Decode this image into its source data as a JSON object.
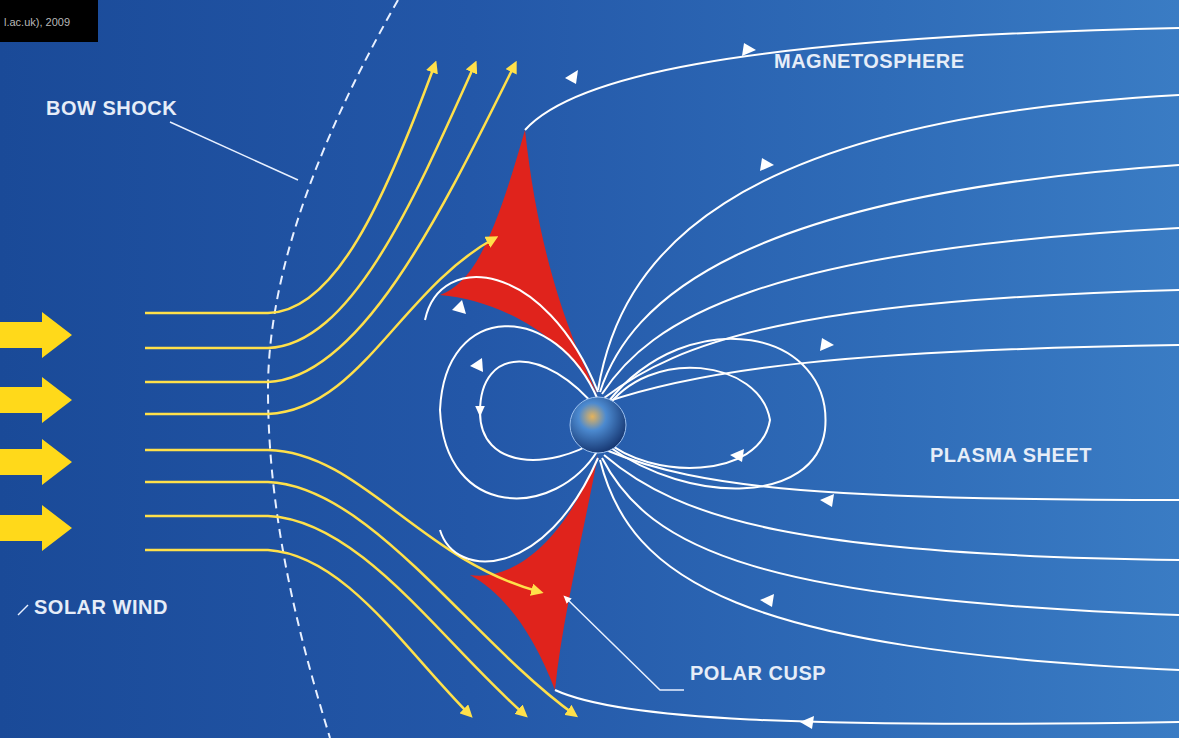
{
  "diagram": {
    "labels": [
      "l.ac.uk), 2009",
      "BOW SHOCK",
      "MAGNETOSPHERE",
      "PLASMA SHEET",
      "SOLAR WIND",
      "POLAR CUSP"
    ]
  }
}
